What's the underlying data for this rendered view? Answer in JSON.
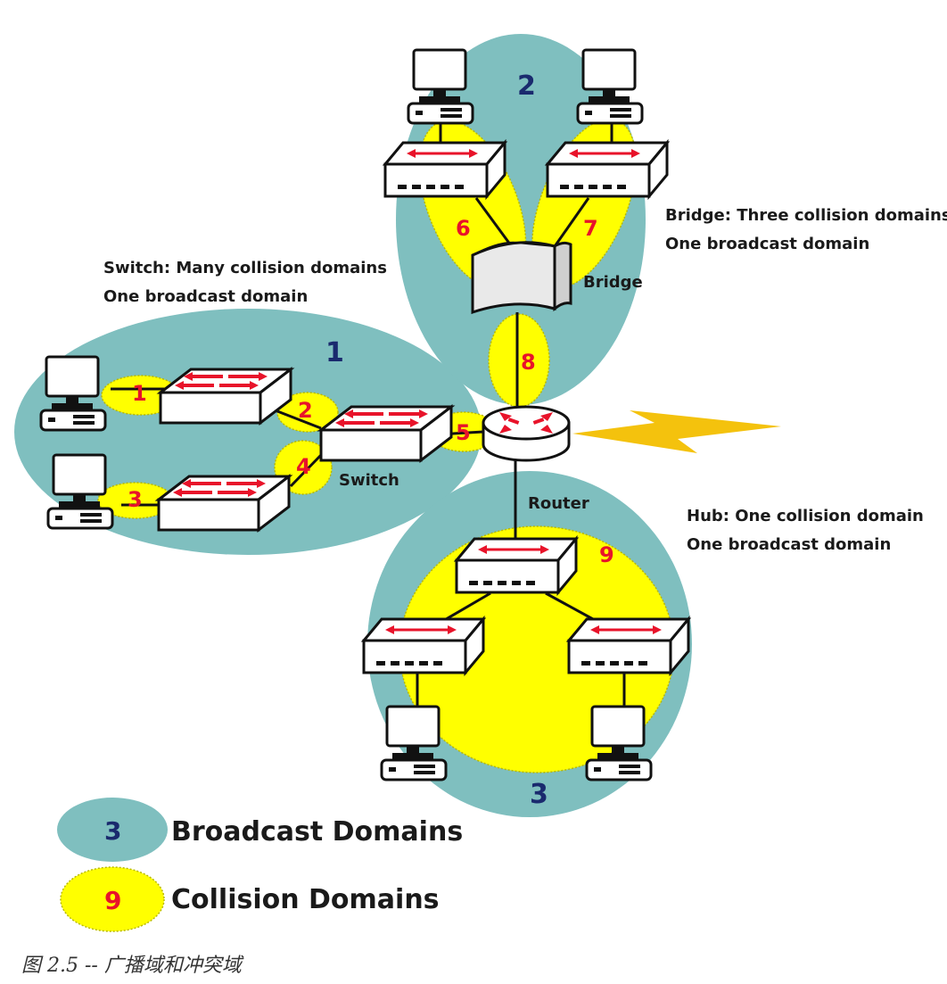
{
  "colors": {
    "broadcast": "#7fbfbf",
    "collision": "#ffff00",
    "collision_outline": "#b8b800",
    "number_red": "#e8132a",
    "number_blue": "#1a2a6e",
    "arrow_red": "#e8132a",
    "lightning": "#f4c20d"
  },
  "broadcast_domains": {
    "switch": "1",
    "bridge": "2",
    "hub": "3"
  },
  "collision_domains": [
    "1",
    "2",
    "3",
    "4",
    "5",
    "6",
    "7",
    "8",
    "9"
  ],
  "labels": {
    "switch_desc_line1": "Switch: Many collision domains",
    "switch_desc_line2": "One broadcast domain",
    "bridge_desc_line1": "Bridge: Three collision domains",
    "bridge_desc_line2": "One broadcast domain",
    "hub_desc_line1": "Hub: One collision domain",
    "hub_desc_line2": "One broadcast domain",
    "bridge": "Bridge",
    "switch": "Switch",
    "router": "Router"
  },
  "legend": {
    "broadcast_count": "3",
    "broadcast_label": "Broadcast Domains",
    "collision_count": "9",
    "collision_label": "Collision Domains"
  },
  "caption": "图 2.5 -- 广播域和冲突域"
}
